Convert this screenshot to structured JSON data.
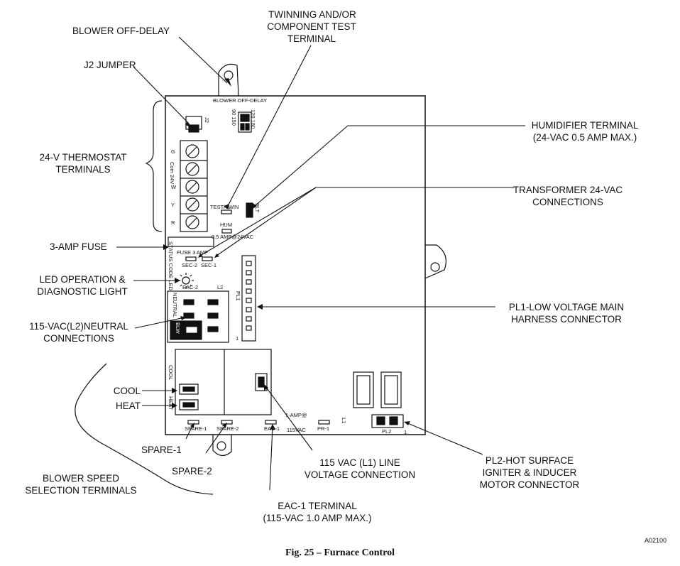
{
  "callouts": {
    "blower_off_delay": "BLOWER OFF-DELAY",
    "twinning_l1": "TWINNING AND/OR",
    "twinning_l2": "COMPONENT TEST",
    "twinning_l3": "TERMINAL",
    "j2_jumper": "J2 JUMPER",
    "humidifier_l1": "HUMIDIFIER TERMINAL",
    "humidifier_l2": "(24-VAC 0.5 AMP MAX.)",
    "thermostat_l1": "24-V THERMOSTAT",
    "thermostat_l2": "TERMINALS",
    "transformer_l1": "TRANSFORMER 24-VAC",
    "transformer_l2": "CONNECTIONS",
    "fuse": "3-AMP FUSE",
    "led_l1": "LED OPERATION &",
    "led_l2": "DIAGNOSTIC LIGHT",
    "pl1_l1": "PL1-LOW VOLTAGE MAIN",
    "pl1_l2": "HARNESS CONNECTOR",
    "neutral_l1": "115-VAC(L2)NEUTRAL",
    "neutral_l2": "CONNECTIONS",
    "cool": "COOL",
    "heat": "HEAT",
    "spare1": "SPARE-1",
    "spare2": "SPARE-2",
    "line_l1": "115 VAC (L1) LINE",
    "line_l2": "VOLTAGE CONNECTION",
    "pl2_l1": "PL2-HOT SURFACE",
    "pl2_l2": "IGNITER & INDUCER",
    "pl2_l3": "MOTOR CONNECTOR",
    "blower_sel_l1": "BLOWER SPEED",
    "blower_sel_l2": "SELECTION TERMINALS",
    "eac_l1": "EAC-1 TERMINAL",
    "eac_l2": "(115-VAC 1.0 AMP MAX.)"
  },
  "board": {
    "blower_off_delay": "BLOWER OFF-DELAY",
    "delay_120_180": "120 180",
    "delay_90_150": "90 150",
    "j2": "J2",
    "g": "G",
    "com_24v": "Com 24V",
    "w": "W",
    "y": "Y",
    "r": "R",
    "test_twin": "TEST/TWIN",
    "hum": "HUM",
    "hum_rating": "0.5 AMP@24VAC",
    "plt": "PLT",
    "fuse_3amp": "FUSE 3 AMP",
    "sec2": "SEC-2",
    "sec1": "SEC-1",
    "status_led": "STATUS CODE LED",
    "eac2": "EAC-2",
    "l2": "L2",
    "neutral": "NEUTRAL",
    "pl1": "PL1",
    "pl1_pin": "1",
    "blw": "BLW",
    "cool": "COOL",
    "heat": "HEAT",
    "one_amp": "1-AMP@",
    "vac115": "115VAC",
    "eac1": "EAC-1",
    "pr1": "PR-1",
    "l1": "L1",
    "spare1": "SPARE-1",
    "spare2": "SPARE-2",
    "pl2": "PL2",
    "pl2_pin": "1"
  },
  "figure": {
    "code": "A02100",
    "caption": "Fig. 25  –  Furnace Control"
  }
}
